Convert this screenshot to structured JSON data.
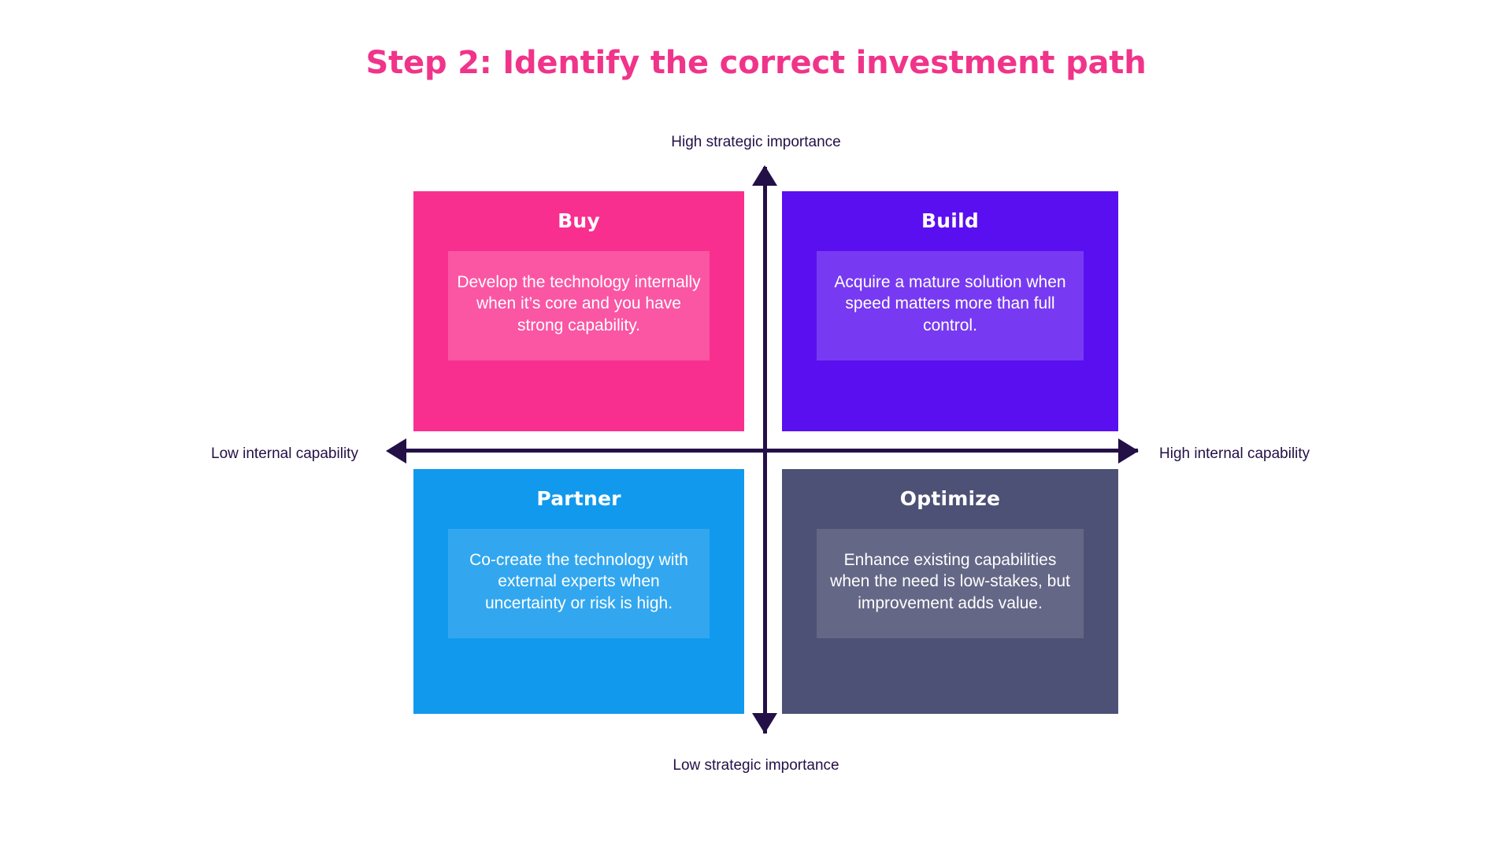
{
  "title": "Step 2: Identify the correct investment path",
  "colors": {
    "title_pink": "#f0348a",
    "axis_navy": "#231047",
    "buy": "#f92f8f",
    "build": "#5a0ff0",
    "partner": "#1199ed",
    "optimize": "#4d5175",
    "background": "#ffffff",
    "card_text": "#ffffff"
  },
  "axes": {
    "vertical": {
      "top_label": "High strategic importance",
      "bottom_label": "Low strategic importance",
      "top_arrow": "arrow-up-icon",
      "bottom_arrow": "arrow-down-icon"
    },
    "horizontal": {
      "left_label": "Low internal capability",
      "right_label": "High internal capability",
      "left_arrow": "arrow-left-icon",
      "right_arrow": "arrow-right-icon"
    }
  },
  "chart_data": {
    "type": "table",
    "title": "Step 2: Identify the correct investment path",
    "xlabel": "Internal capability",
    "ylabel": "Strategic importance",
    "xlim": [
      "Low internal capability",
      "High internal capability"
    ],
    "ylim": [
      "Low strategic importance",
      "High strategic importance"
    ],
    "grid": false,
    "legend": "none",
    "quadrants": [
      {
        "id": "buy",
        "label": "Buy",
        "description": "Develop the technology internally when it’s core and you have strong capability.",
        "x": "low",
        "y": "high",
        "color": "#f92f8f"
      },
      {
        "id": "build",
        "label": "Build",
        "description": "Acquire a mature solution when speed matters more than full control.",
        "x": "high",
        "y": "high",
        "color": "#5a0ff0"
      },
      {
        "id": "partner",
        "label": "Partner",
        "description": "Co-create the technology with external experts when uncertainty or risk is high.",
        "x": "low",
        "y": "low",
        "color": "#1199ed"
      },
      {
        "id": "optimize",
        "label": "Optimize",
        "description": "Enhance existing capabilities when the need is low-stakes, but improvement adds value.",
        "x": "high",
        "y": "low",
        "color": "#4d5175"
      }
    ]
  }
}
